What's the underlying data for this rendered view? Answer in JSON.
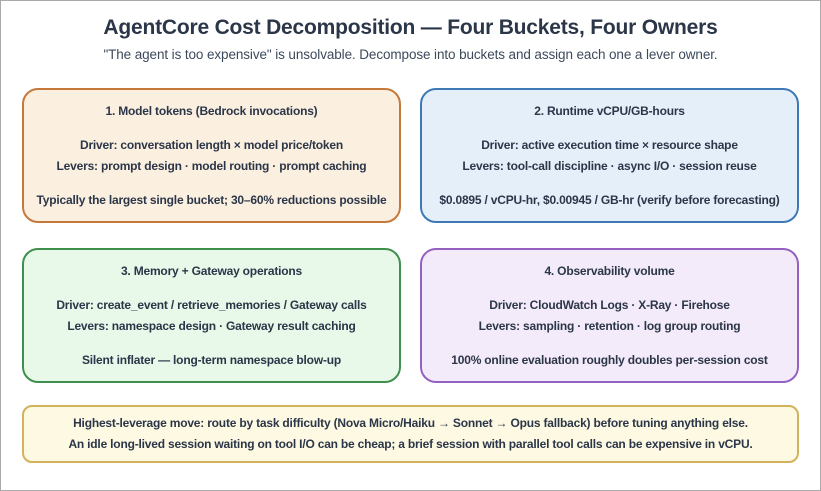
{
  "page": {
    "title": "AgentCore Cost Decomposition — Four Buckets, Four Owners",
    "subtitle": "\"The agent is too expensive\" is unsolvable. Decompose into buckets and assign each one a lever owner."
  },
  "buckets": [
    {
      "title": "1. Model tokens (Bedrock invocations)",
      "driver": "Driver: conversation length × model price/token",
      "levers": "Levers: prompt design · model routing · prompt caching",
      "note": "Typically the largest single bucket; 30–60% reductions possible",
      "fill": "#FBEFE0",
      "border": "#C4793B"
    },
    {
      "title": "2. Runtime vCPU/GB-hours",
      "driver": "Driver: active execution time × resource shape",
      "levers": "Levers: tool-call discipline · async I/O · session reuse",
      "note": "$0.0895 / vCPU-hr, $0.00945 / GB-hr (verify before forecasting)",
      "fill": "#E5EFFA",
      "border": "#3E79B6"
    },
    {
      "title": "3. Memory + Gateway operations",
      "driver": "Driver: create_event / retrieve_memories / Gateway calls",
      "levers": "Levers: namespace design · Gateway result caching",
      "note": "Silent inflater — long-term namespace blow-up",
      "fill": "#E8F8E9",
      "border": "#3F8F4D"
    },
    {
      "title": "4. Observability volume",
      "driver": "Driver: CloudWatch Logs · X-Ray · Firehose",
      "levers": "Levers: sampling · retention · log group routing",
      "note": "100% online evaluation roughly doubles per-session cost",
      "fill": "#F3EAFA",
      "border": "#9561C1"
    }
  ],
  "callout": {
    "line1": "Highest-leverage move: route by task difficulty (Nova Micro/Haiku → Sonnet → Opus fallback) before tuning anything else.",
    "line2": "An idle long-lived session waiting on tool I/O can be cheap; a brief session with parallel tool calls can be expensive in vCPU.",
    "fill": "#FDF9E3",
    "border": "#D2B25A"
  },
  "colors": {
    "text": "#2B3648",
    "subtitle_text": "#3D4A5C",
    "background": "#FFFFFF",
    "frame_border": "#AAAAAA"
  }
}
